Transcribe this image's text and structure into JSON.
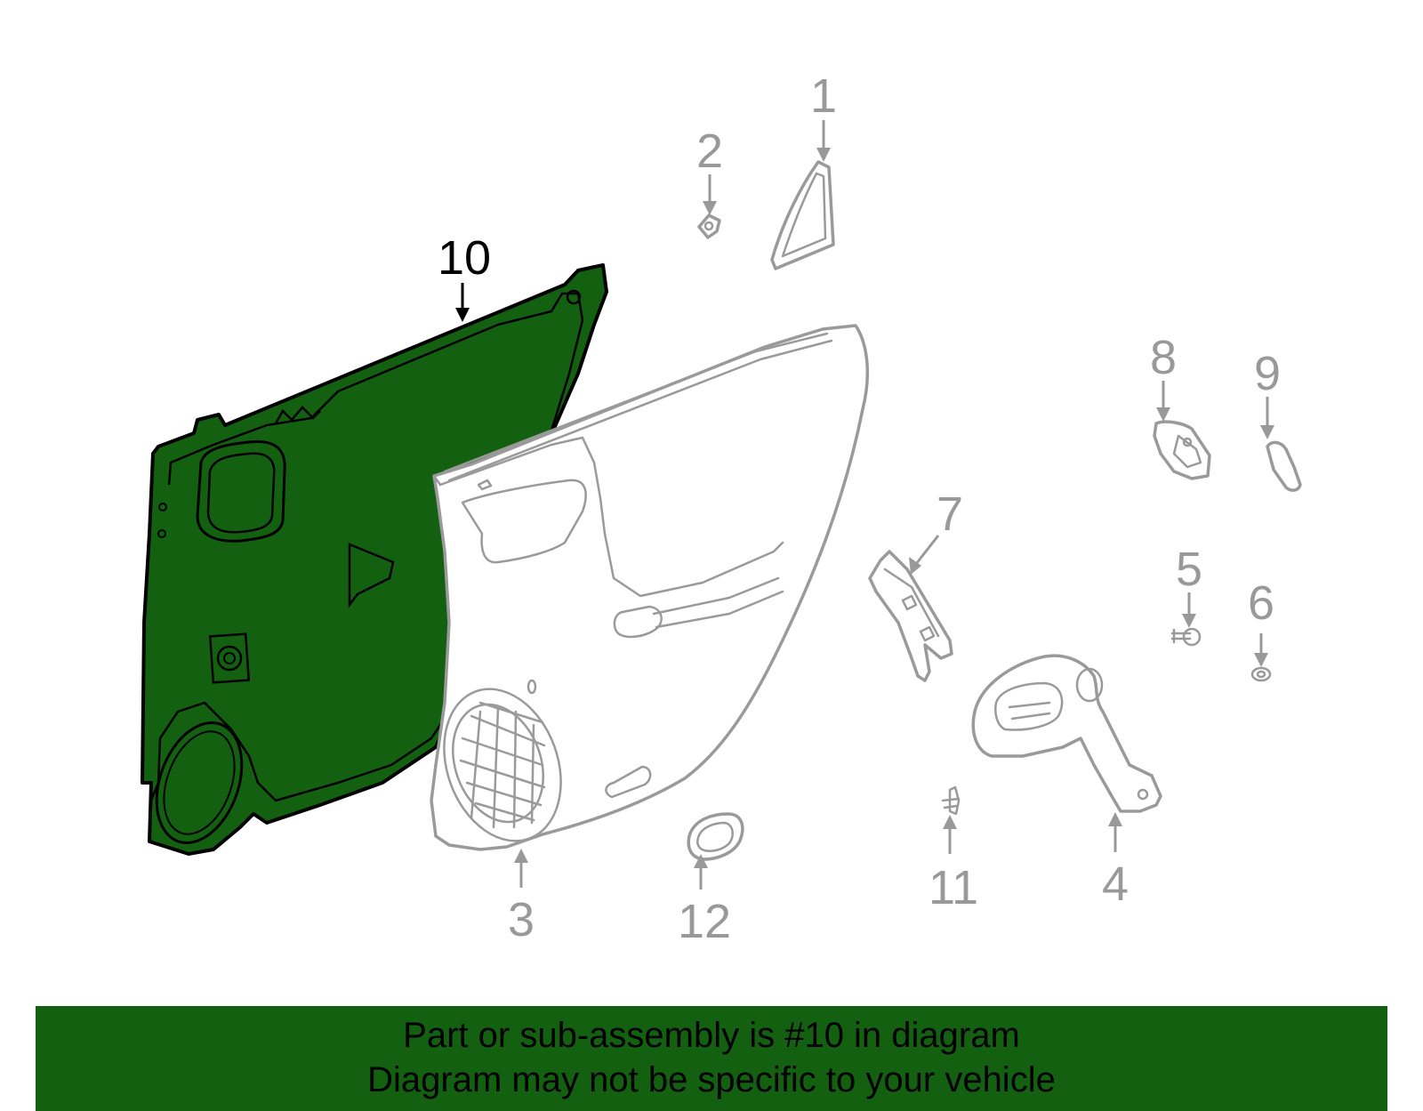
{
  "diagram": {
    "highlight_color": "#136110",
    "selected_part": "10",
    "callouts": [
      "1",
      "2",
      "3",
      "4",
      "5",
      "6",
      "7",
      "8",
      "9",
      "10",
      "11",
      "12"
    ]
  },
  "banner": {
    "line1": "Part or sub-assembly is #10 in diagram",
    "line2": "Diagram may not be specific to your vehicle",
    "background": "#136110"
  }
}
